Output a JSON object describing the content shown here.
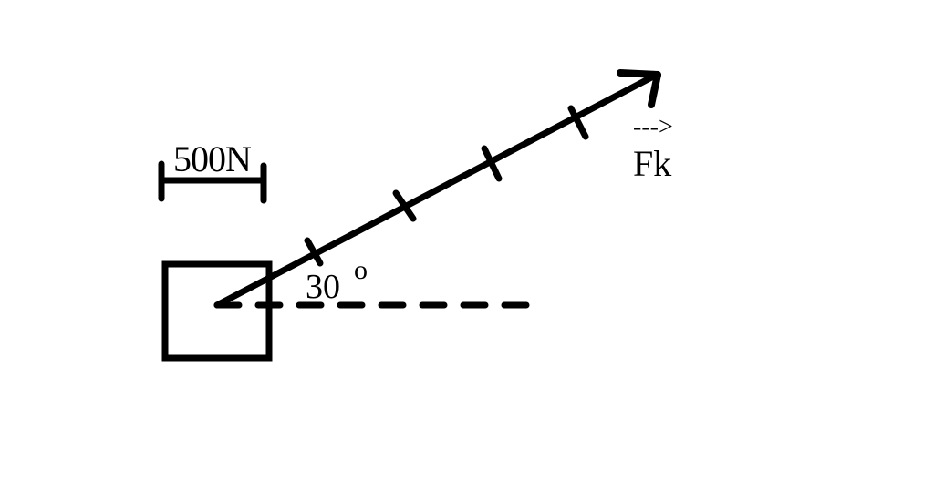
{
  "diagram": {
    "type": "force-vector-diagram",
    "scale": {
      "label": "500N",
      "value": 500,
      "unit": "N"
    },
    "force": {
      "label": "Fk",
      "vector_marker": "--->",
      "segments": 5,
      "tick_count": 4,
      "magnitude_from_scale": 2500,
      "unit": "N"
    },
    "angle": {
      "value": "30",
      "degree_symbol": "o",
      "reference": "horizontal dashed line"
    },
    "object": {
      "shape": "square block"
    },
    "colors": {
      "stroke": "#000000",
      "background": "#ffffff"
    }
  }
}
